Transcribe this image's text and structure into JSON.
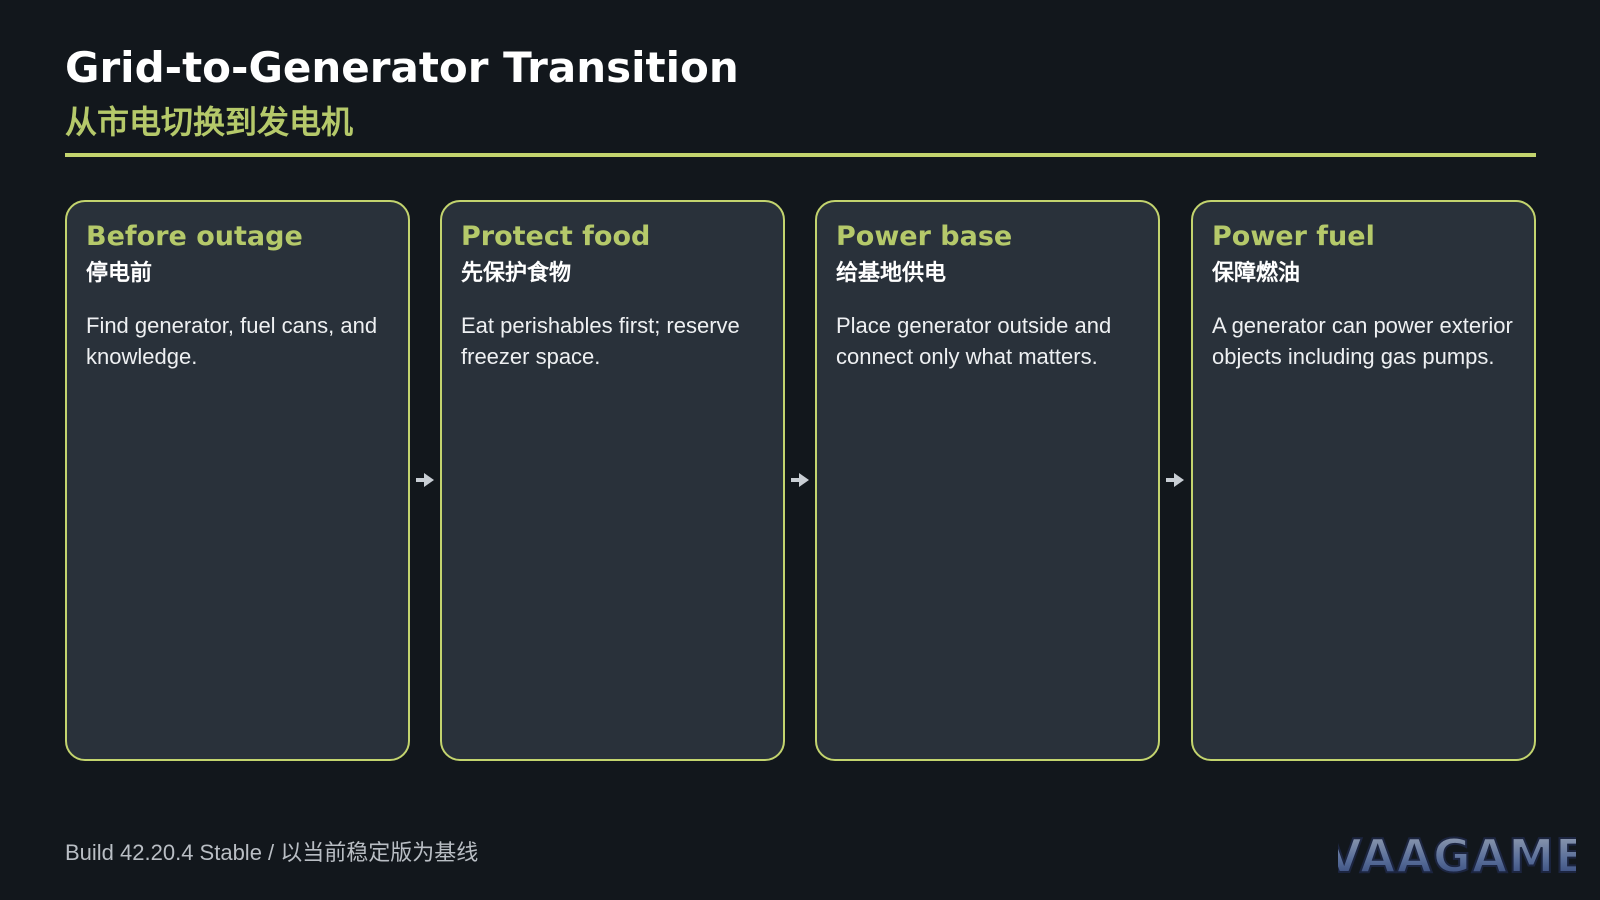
{
  "header": {
    "title": "Grid-to-Generator Transition",
    "subtitle": "从市电切换到发电机"
  },
  "steps": [
    {
      "title": "Before outage",
      "subtitle": "停电前",
      "body": "Find generator, fuel cans, and knowledge."
    },
    {
      "title": "Protect food",
      "subtitle": "先保护食物",
      "body": "Eat perishables first; reserve freezer space."
    },
    {
      "title": "Power base",
      "subtitle": "给基地供电",
      "body": "Place generator outside and connect only what matters."
    },
    {
      "title": "Power fuel",
      "subtitle": "保障燃油",
      "body": "A generator can power exterior objects including gas pumps."
    }
  ],
  "footer": {
    "build": "Build 42.20.4 Stable / 以当前稳定版为基线"
  },
  "logo": {
    "text": "VAAGAME"
  },
  "colors": {
    "background": "#12171c",
    "card": "#29313a",
    "accent": "#c3d46e",
    "accent_text": "#b5c96a",
    "arrow": "#c9ced4"
  },
  "icons": {
    "step_arrow": "arrow-right-icon"
  }
}
